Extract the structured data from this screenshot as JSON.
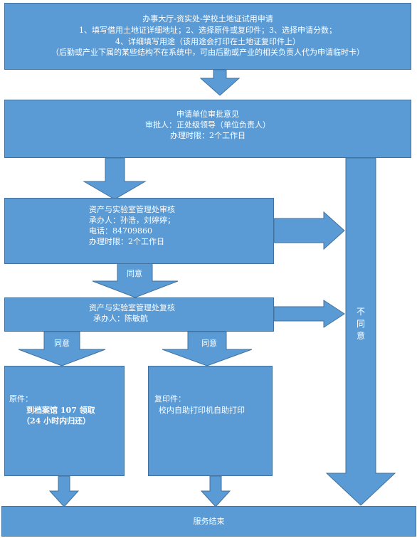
{
  "box1": {
    "title": "办事大厅-资实处-学校土地证试用申请",
    "line1": "1、填写借用土地证详细地址；2、选择原件或复印件；3、选择申请分数；",
    "line2": "4、详细填写用途（该用途会打印在土地证复印件上）",
    "line3": "（后勤或产业下属的某些结构不在系统中，可由后勤或产业的相关负责人代为申请临时卡）"
  },
  "box2": {
    "title": "申请单位审批意见",
    "approver": "审批人：正处级领导（单位负责人）",
    "time": "办理时限：2个工作日"
  },
  "box3": {
    "title": "资产与实验室管理处审核",
    "handler": "承办人：孙浩，刘婷婷；",
    "phone": "电话：84709860",
    "time": "办理时限：2个工作日"
  },
  "box4": {
    "title": "资产与实验室管理处复核",
    "handler": "承办人：陈敏航"
  },
  "box5": {
    "label": "原件：",
    "line1": "到档案馆 107 领取",
    "line2": "（24 小时内归还）"
  },
  "box6": {
    "label": "复印件：",
    "line1": "校内自助打印机自助打印"
  },
  "box7": {
    "text": "服务结束"
  },
  "labels": {
    "agree": "同意",
    "disagree": [
      "不",
      "同",
      "意"
    ]
  },
  "colors": {
    "fill": "#5b9bd5",
    "stroke": "#41719c"
  }
}
